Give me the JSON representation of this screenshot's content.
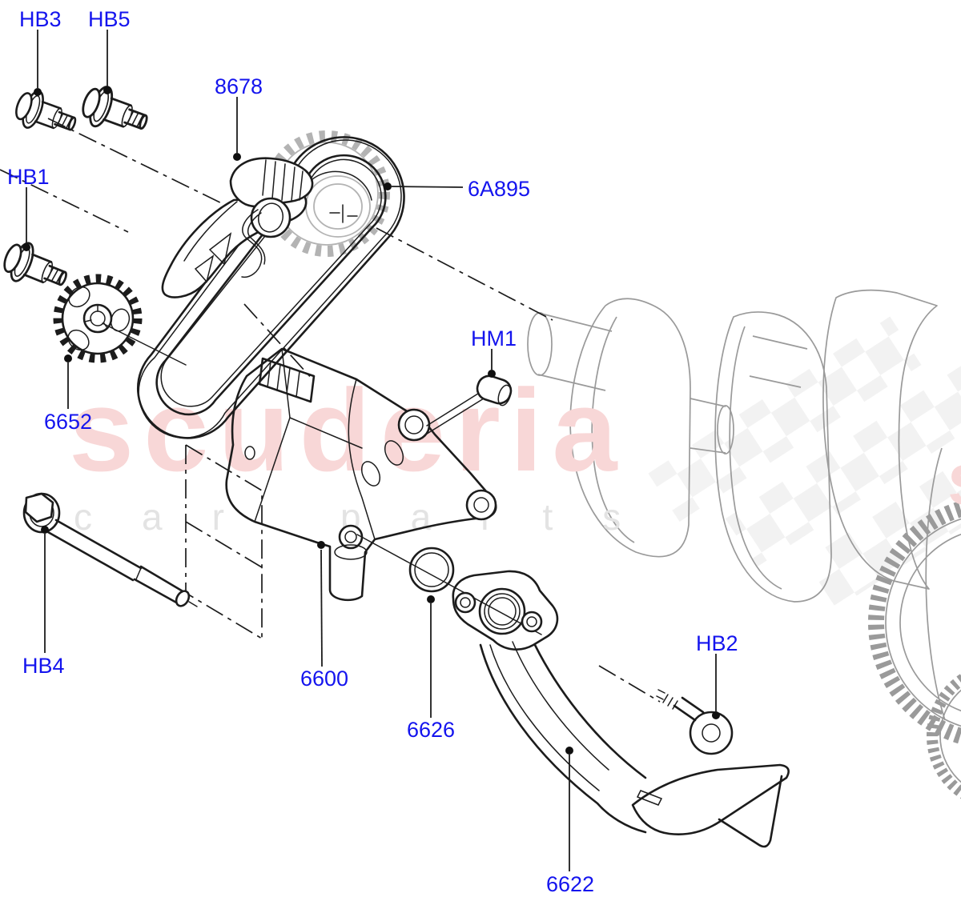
{
  "diagram": {
    "background": "#ffffff",
    "line_color": "#1c1c1c",
    "reference_part_color": "#9a9a9a",
    "sprocket_shadow_color": "#b3b3b3",
    "label_color": "#1414ee"
  },
  "watermark": {
    "brand": "scuderia",
    "word1": "car",
    "word2": "parts",
    "brand_color": "#f8d7d7",
    "letters_color": "#e3e3e3",
    "checker_color": "#e9e9e9"
  },
  "labels": {
    "hb3": "HB3",
    "hb5": "HB5",
    "n8678": "8678",
    "n6a895": "6A895",
    "hb1": "HB1",
    "n6652": "6652",
    "hm1": "HM1",
    "n6600": "6600",
    "n6626": "6626",
    "hb2": "HB2",
    "hb4": "HB4",
    "n6622": "6622"
  }
}
